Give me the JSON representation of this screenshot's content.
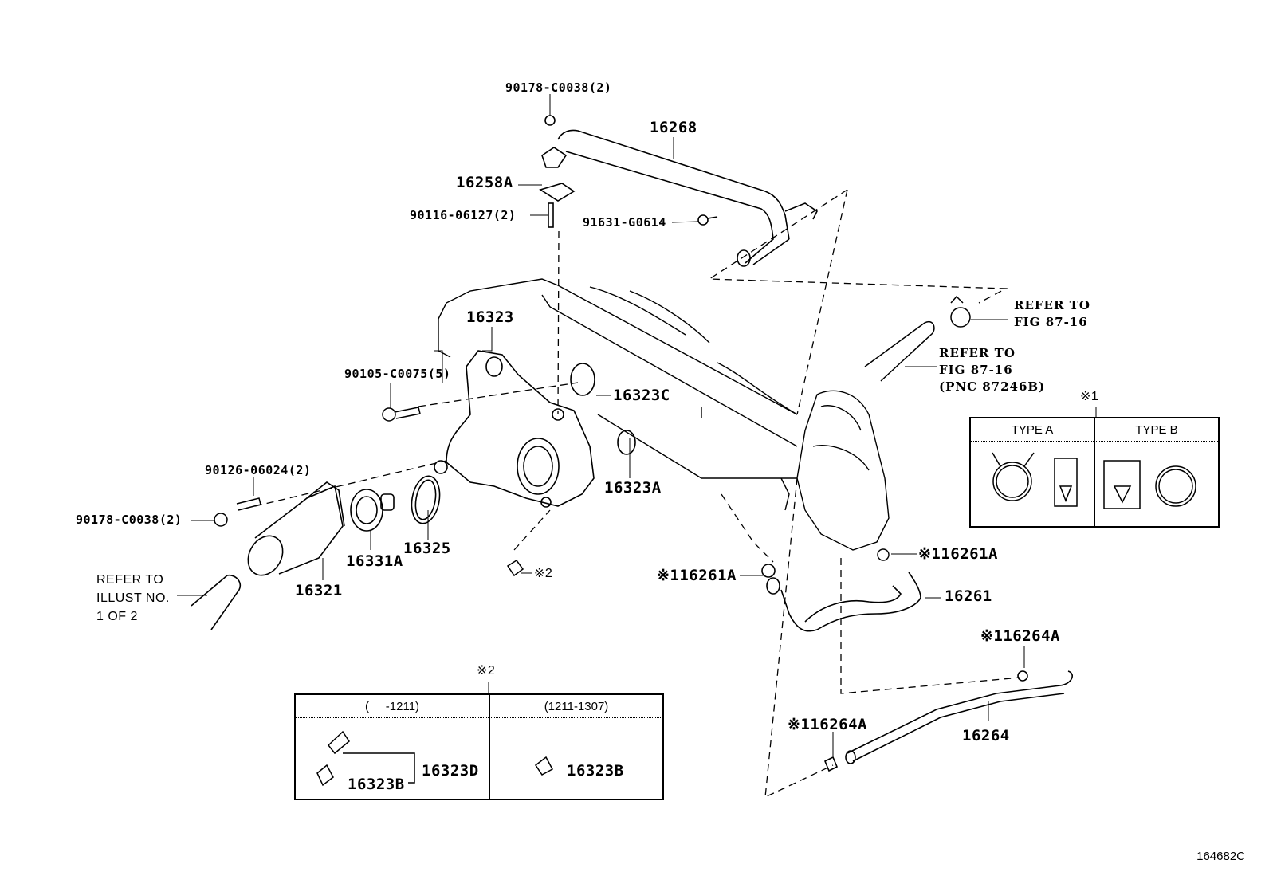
{
  "figure_id": "164682C",
  "callouts": {
    "p90178_top": "90178-C0038(2)",
    "p16268": "16268",
    "p16258A": "16258A",
    "p90116": "90116-06127(2)",
    "p91631": "91631-G0614",
    "p16323": "16323",
    "p90105": "90105-C0075(5)",
    "p16323C": "16323C",
    "p16323A": "16323A",
    "p90126": "90126-06024(2)",
    "p90178_left": "90178-C0038(2)",
    "p16331A": "16331A",
    "p16325": "16325",
    "p16321": "16321",
    "note2_bolt": "※2",
    "p16261A_left": "※116261A",
    "p16261A_right": "※116261A",
    "p16261": "16261",
    "p16264A_top": "※116264A",
    "p16264A_bottom": "※116264A",
    "p16264": "16264"
  },
  "references": {
    "clamp_ref": [
      "REFER TO",
      "FIG 87-16"
    ],
    "hose_ref": [
      "REFER TO",
      "FIG 87-16",
      "(PNC 87246B)"
    ],
    "illust_ref": [
      "REFER TO",
      "ILLUST NO.",
      "1 OF 2"
    ]
  },
  "note1_table": {
    "marker": "※1",
    "columns": [
      "TYPE A",
      "TYPE B"
    ]
  },
  "note2_table": {
    "marker": "※2",
    "columns": [
      "(     -1211)",
      "(1211-1307)"
    ],
    "left_parts": [
      "16323D",
      "16323B"
    ],
    "right_parts": [
      "16323B"
    ]
  }
}
